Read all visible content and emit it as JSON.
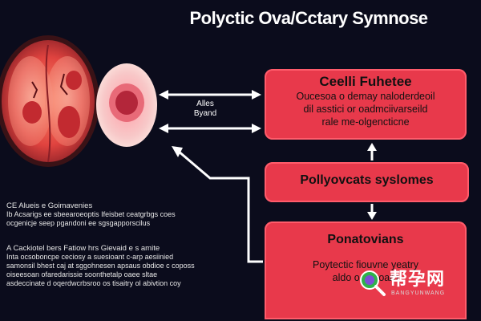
{
  "title": "Polyctic Ova/Cctary Symnose",
  "arrow_label": [
    "Alles",
    "Byand"
  ],
  "boxes": {
    "top": {
      "title": "Ceelli Fuhetee",
      "lines": [
        "Oucesoa o demay naloderdeoil",
        "dil asstici or oadmciivarseild",
        "rale me-olgencticne"
      ]
    },
    "middle": {
      "title": "Pollyovcats syslomes"
    },
    "bottom": {
      "title": "Ponatovians",
      "lines": [
        "Poytectic fiouvne yeatry",
        "aldo o noyoaru"
      ]
    }
  },
  "left_notes": {
    "note1": {
      "heading": "CE Alueis e Goimavenies",
      "lines": [
        "Ib Acsarigs ee sbeearoeoptis Ifeisbet ceatgrbgs coes",
        "ocgenicje seep pgandoni ee sgsgapporscilus"
      ]
    },
    "note2": {
      "heading": "A  Cackiotel bers Fatiow hrs Gievaid e s amite",
      "lines": [
        "Inta ocsoboncpe ceciosy a suesioant c-arp aesiinied",
        "samonsil bhest caj at sggohnesen apsaus obdioe c coposs",
        "oiseesoan ofaredarissie soonthetalp oaee sltae",
        "asdeccinate d oqerdwcrbsroo os tisaitry ol abivtion coy"
      ]
    }
  },
  "watermark": {
    "text": "帮孕网",
    "sub": "BANGYUNWANG"
  },
  "colors": {
    "background": "#0b0c1c",
    "box": "#e8394b",
    "ovary": "#e0433f"
  }
}
